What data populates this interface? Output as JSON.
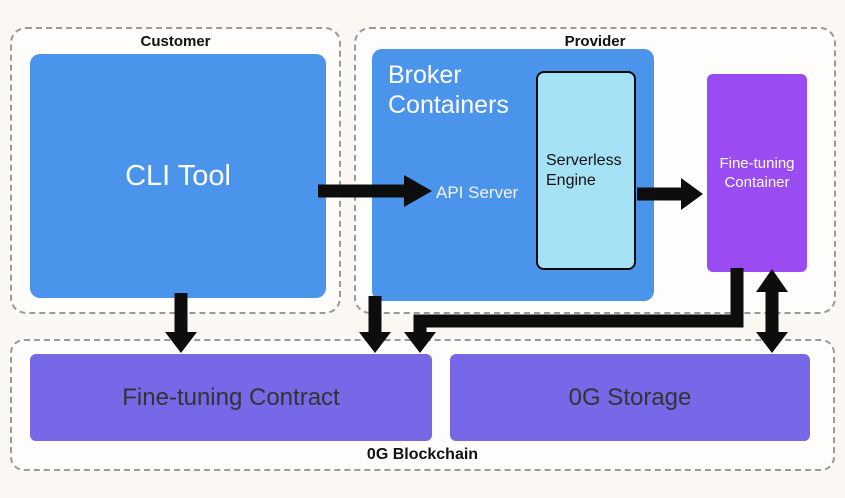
{
  "customer": {
    "label": "Customer",
    "cli_tool": "CLI Tool"
  },
  "provider": {
    "label": "Provider",
    "broker": {
      "title": "Broker Containers",
      "api_server": "API Server",
      "serverless": "Serverless Engine"
    },
    "fine_tuning_container": "Fine-tuning Container"
  },
  "blockchain": {
    "label": "0G Blockchain",
    "contract": "Fine-tuning Contract",
    "storage": "0G Storage"
  },
  "colors": {
    "blue": "#4a94ec",
    "light_blue": "#a5e2f6",
    "purple": "#9b4bf2",
    "slate": "#7768e8"
  }
}
